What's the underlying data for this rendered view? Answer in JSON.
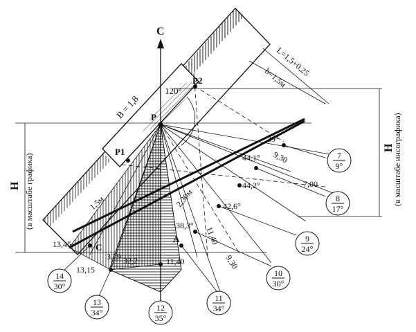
{
  "labels": {
    "north": "С",
    "point_p": "Р",
    "point_p1": "Р1",
    "point_p2": "Р2",
    "point_a": "А",
    "point_c": "С",
    "building_width": "В = 1,8",
    "length": "L=1,5+0,25",
    "b_width": "b=1,5м",
    "h_left": "Н",
    "h_left_note": "(в масштабе графика)",
    "h_right": "Н",
    "h_right_note": "(в масштабе инсографика)",
    "angle_120": "120°",
    "dist_15": "1,5м",
    "dist_230": "2,30м",
    "v_13_45": "13,45",
    "v_13_15": "13,15",
    "v_32_9": "32,9",
    "v_32_2": "32,2",
    "v_11_40_a": "11,40",
    "v_38_3": "38,3°",
    "v_11_40_b": "11,40",
    "v_9_30_b": "9,30",
    "v_42_6": "42,6°",
    "v_44_2": "44,2°",
    "v_7_00": "7,00",
    "v_44_1": "44,1°",
    "v_9_30_a": "9,30",
    "v_39": "39°"
  },
  "circles": [
    {
      "num": "7",
      "den": "9°"
    },
    {
      "num": "8",
      "den": "17°"
    },
    {
      "num": "9",
      "den": "24°"
    },
    {
      "num": "10",
      "den": "30°"
    },
    {
      "num": "11",
      "den": "34°"
    },
    {
      "num": "12",
      "den": "35°"
    },
    {
      "num": "13",
      "den": "34°"
    },
    {
      "num": "14",
      "den": "30°"
    }
  ]
}
